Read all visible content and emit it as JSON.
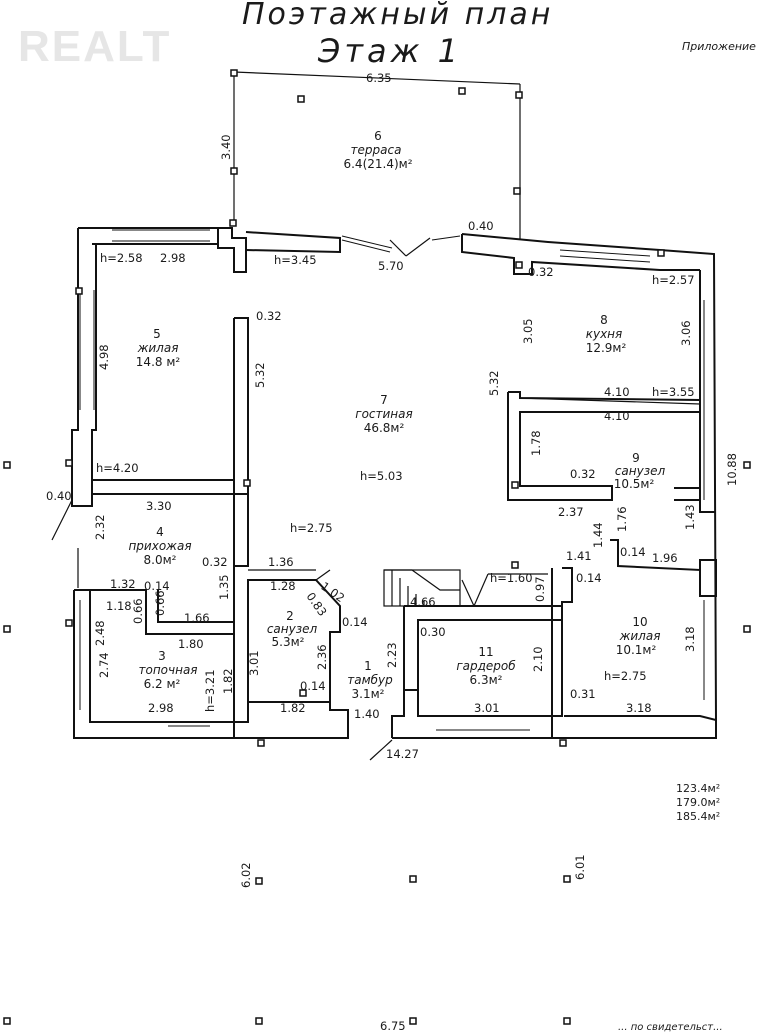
{
  "watermark": "REALT",
  "header": {
    "title_line1": "Поэтажный план",
    "title_line2": "Этаж 1",
    "corner_note": "Приложение"
  },
  "rooms": [
    {
      "id": "r1",
      "num": "1",
      "name": "тамбур",
      "area": "3.1м²"
    },
    {
      "id": "r2",
      "num": "2",
      "name": "санузел",
      "area": "5.3м²"
    },
    {
      "id": "r3",
      "num": "3",
      "name": "топочная",
      "area": "6.2 м²"
    },
    {
      "id": "r4",
      "num": "4",
      "name": "прихожая",
      "area": "8.0м²"
    },
    {
      "id": "r5",
      "num": "5",
      "name": "жилая",
      "area": "14.8 м²"
    },
    {
      "id": "r6",
      "num": "6",
      "name": "терраса",
      "area": "6.4(21.4)м²"
    },
    {
      "id": "r7",
      "num": "7",
      "name": "гостиная",
      "area": "46.8м²"
    },
    {
      "id": "r8",
      "num": "8",
      "name": "кухня",
      "area": "12.9м²"
    },
    {
      "id": "r9",
      "num": "9",
      "name": "санузел",
      "area": "10.5м²"
    },
    {
      "id": "r10",
      "num": "10",
      "name": "жилая",
      "area": "10.1м²"
    },
    {
      "id": "r11",
      "num": "11",
      "name": "гардероб",
      "area": "6.3м²"
    }
  ],
  "dimensions": {
    "d635": "6.35",
    "d340": "3.40",
    "d040a": "0.40",
    "d570": "5.70",
    "d032a": "0.32",
    "d258": "h=2.58",
    "d298a": "2.98",
    "d345": "h=3.45",
    "d257": "h=2.57",
    "d498": "4.98",
    "d032b": "0.32",
    "d532a": "5.32",
    "d305": "3.05",
    "d306": "3.06",
    "d532b": "5.32",
    "d410a": "4.10",
    "d355": "h=3.55",
    "d410b": "4.10",
    "d1088": "10.88",
    "d178": "1.78",
    "d032c": "0.32",
    "d420": "h=4.20",
    "d503": "h=5.03",
    "d040b": "0.40",
    "d330": "3.30",
    "d237": "2.37",
    "d176": "1.76",
    "d143": "1.43",
    "d232": "2.32",
    "d275a": "h=2.75",
    "d144": "1.44",
    "d014a": "0.14",
    "d196": "1.96",
    "d141": "1.41",
    "d032d": "0.32",
    "d136": "1.36",
    "d128": "1.28",
    "d102": "1.02",
    "d083": "0.83",
    "d135": "1.35",
    "d160": "h=1.60",
    "d097": "0.97",
    "d014b": "0.14",
    "d132": "1.32",
    "d014c": "0.14",
    "d118": "1.18",
    "d066a": "0.66",
    "d066b": "0.66",
    "d166": "1.66",
    "d466": "4.66",
    "d014d": "0.14",
    "d248": "2.48",
    "d180": "1.80",
    "d030": "0.30",
    "d318a": "3.18",
    "d274": "2.74",
    "d301a": "3.01",
    "d223": "2.23",
    "d236": "2.36",
    "d210": "2.10",
    "d182a": "1.82",
    "d321": "h=3.21",
    "d014e": "0.14",
    "d031": "0.31",
    "d275b": "h=2.75",
    "d298b": "2.98",
    "d182b": "1.82",
    "d140": "1.40",
    "d301b": "3.01",
    "d318b": "3.18",
    "d1427": "14.27",
    "d602": "6.02",
    "d601": "6.01",
    "d675": "6.75"
  },
  "area_summary": [
    "123.4м²",
    "179.0м²",
    "185.4м²"
  ],
  "footer_fragment": "... по свидетельст..."
}
